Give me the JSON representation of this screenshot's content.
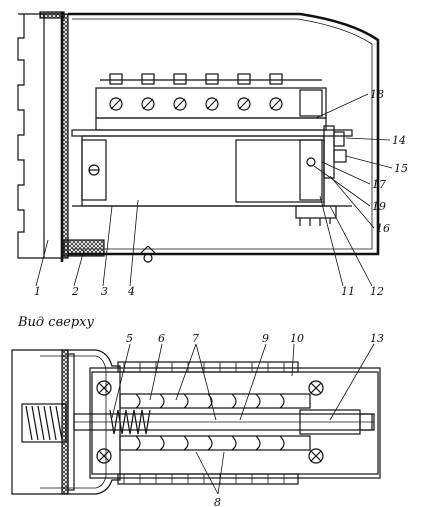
{
  "view_label": "Вид сверху",
  "callouts": {
    "1": "1",
    "2": "2",
    "3": "3",
    "4": "4",
    "5": "5",
    "6": "6",
    "7": "7",
    "8": "8",
    "9": "9",
    "10": "10",
    "11": "11",
    "12": "12",
    "13": "13",
    "14": "14",
    "15": "15",
    "16": "16",
    "17": "17",
    "18": "18",
    "19": "19"
  }
}
